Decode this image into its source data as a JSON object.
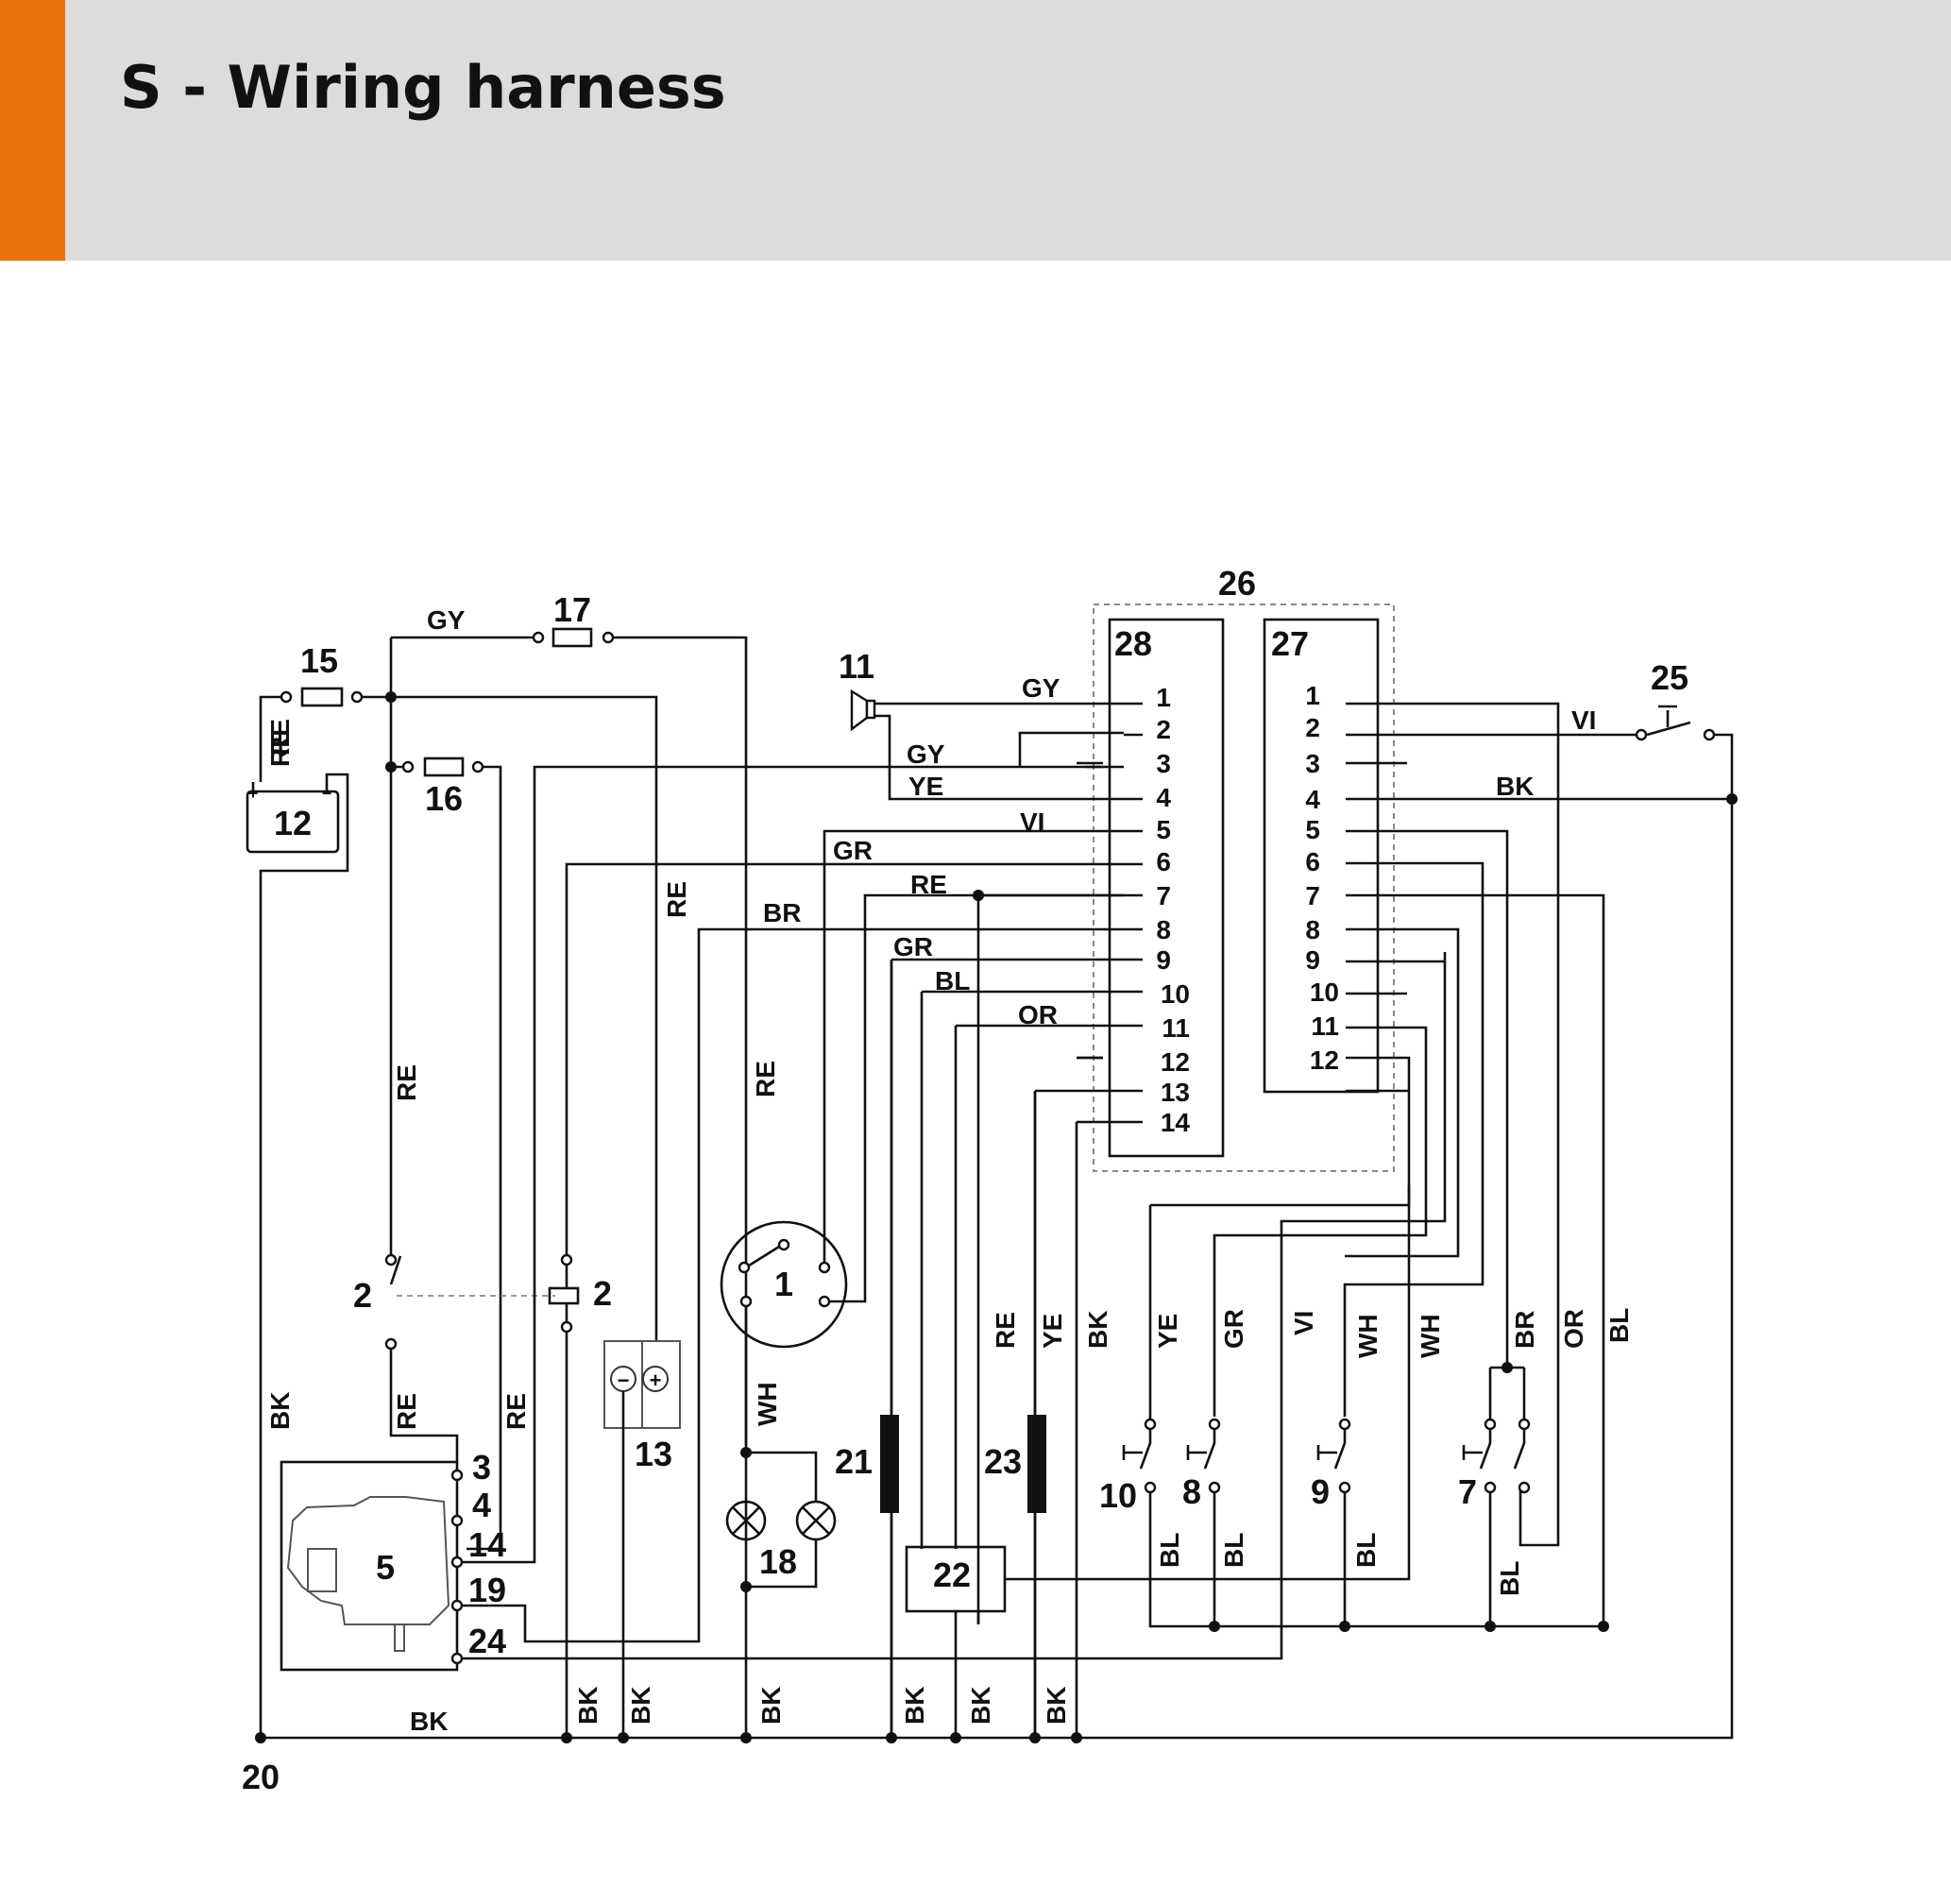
{
  "header": {
    "title": "S - Wiring harness",
    "accent_color": "#e8710a",
    "background_color": "#dcdcdb"
  },
  "components": {
    "c1": "1",
    "c2a": "2",
    "c2b": "2",
    "c5": "5",
    "c7": "7",
    "c8": "8",
    "c9": "9",
    "c10": "10",
    "c11": "11",
    "c12": "12",
    "c13": "13",
    "c15": "15",
    "c16": "16",
    "c17": "17",
    "c18": "18",
    "c20": "20",
    "c21": "21",
    "c22": "22",
    "c23": "23",
    "c25": "25",
    "c26": "26",
    "c27": "27",
    "c28": "28"
  },
  "engine_terminals": [
    "3",
    "4",
    "14",
    "19",
    "24"
  ],
  "connector_28_pins": [
    "1",
    "2",
    "3",
    "4",
    "5",
    "6",
    "7",
    "8",
    "9",
    "10",
    "11",
    "12",
    "13",
    "14"
  ],
  "connector_27_pins": [
    "1",
    "2",
    "3",
    "4",
    "5",
    "6",
    "7",
    "8",
    "9",
    "10",
    "11",
    "12"
  ],
  "wire_colors": {
    "gy1": "GY",
    "gy2": "GY",
    "gy3": "GY",
    "yeh": "YE",
    "vih": "VI",
    "grh1": "GR",
    "reh": "RE",
    "brh": "BR",
    "grh2": "GR",
    "blh": "BL",
    "orh": "OR",
    "re_v1": "RE",
    "re_v2": "RE",
    "re_v3": "RE",
    "re_v4": "RE",
    "re_v5": "RE",
    "re_v6": "RE",
    "bk_v1": "BK",
    "bk_h": "BK",
    "bk_b1": "BK",
    "bk_b2": "BK",
    "bk_b3": "BK",
    "bk_b4": "BK",
    "bk_b5": "BK",
    "bk_b6": "BK",
    "wh_v": "WH",
    "re_r": "RE",
    "ye_r": "YE",
    "bk_r": "BK",
    "ye_s": "YE",
    "gr_s": "GR",
    "vi_s": "VI",
    "wh_s1": "WH",
    "wh_s2": "WH",
    "br_s": "BR",
    "or_s": "OR",
    "bl_s": "BL",
    "bl_b1": "BL",
    "bl_b2": "BL",
    "bl_b3": "BL",
    "bl_b4": "BL",
    "vi_r": "VI",
    "bk_r2": "BK",
    "re_b": "RE"
  },
  "battery_polarity": {
    "plus": "+",
    "minus": "−"
  },
  "socket_polarity": {
    "plus": "+",
    "minus": "−"
  }
}
